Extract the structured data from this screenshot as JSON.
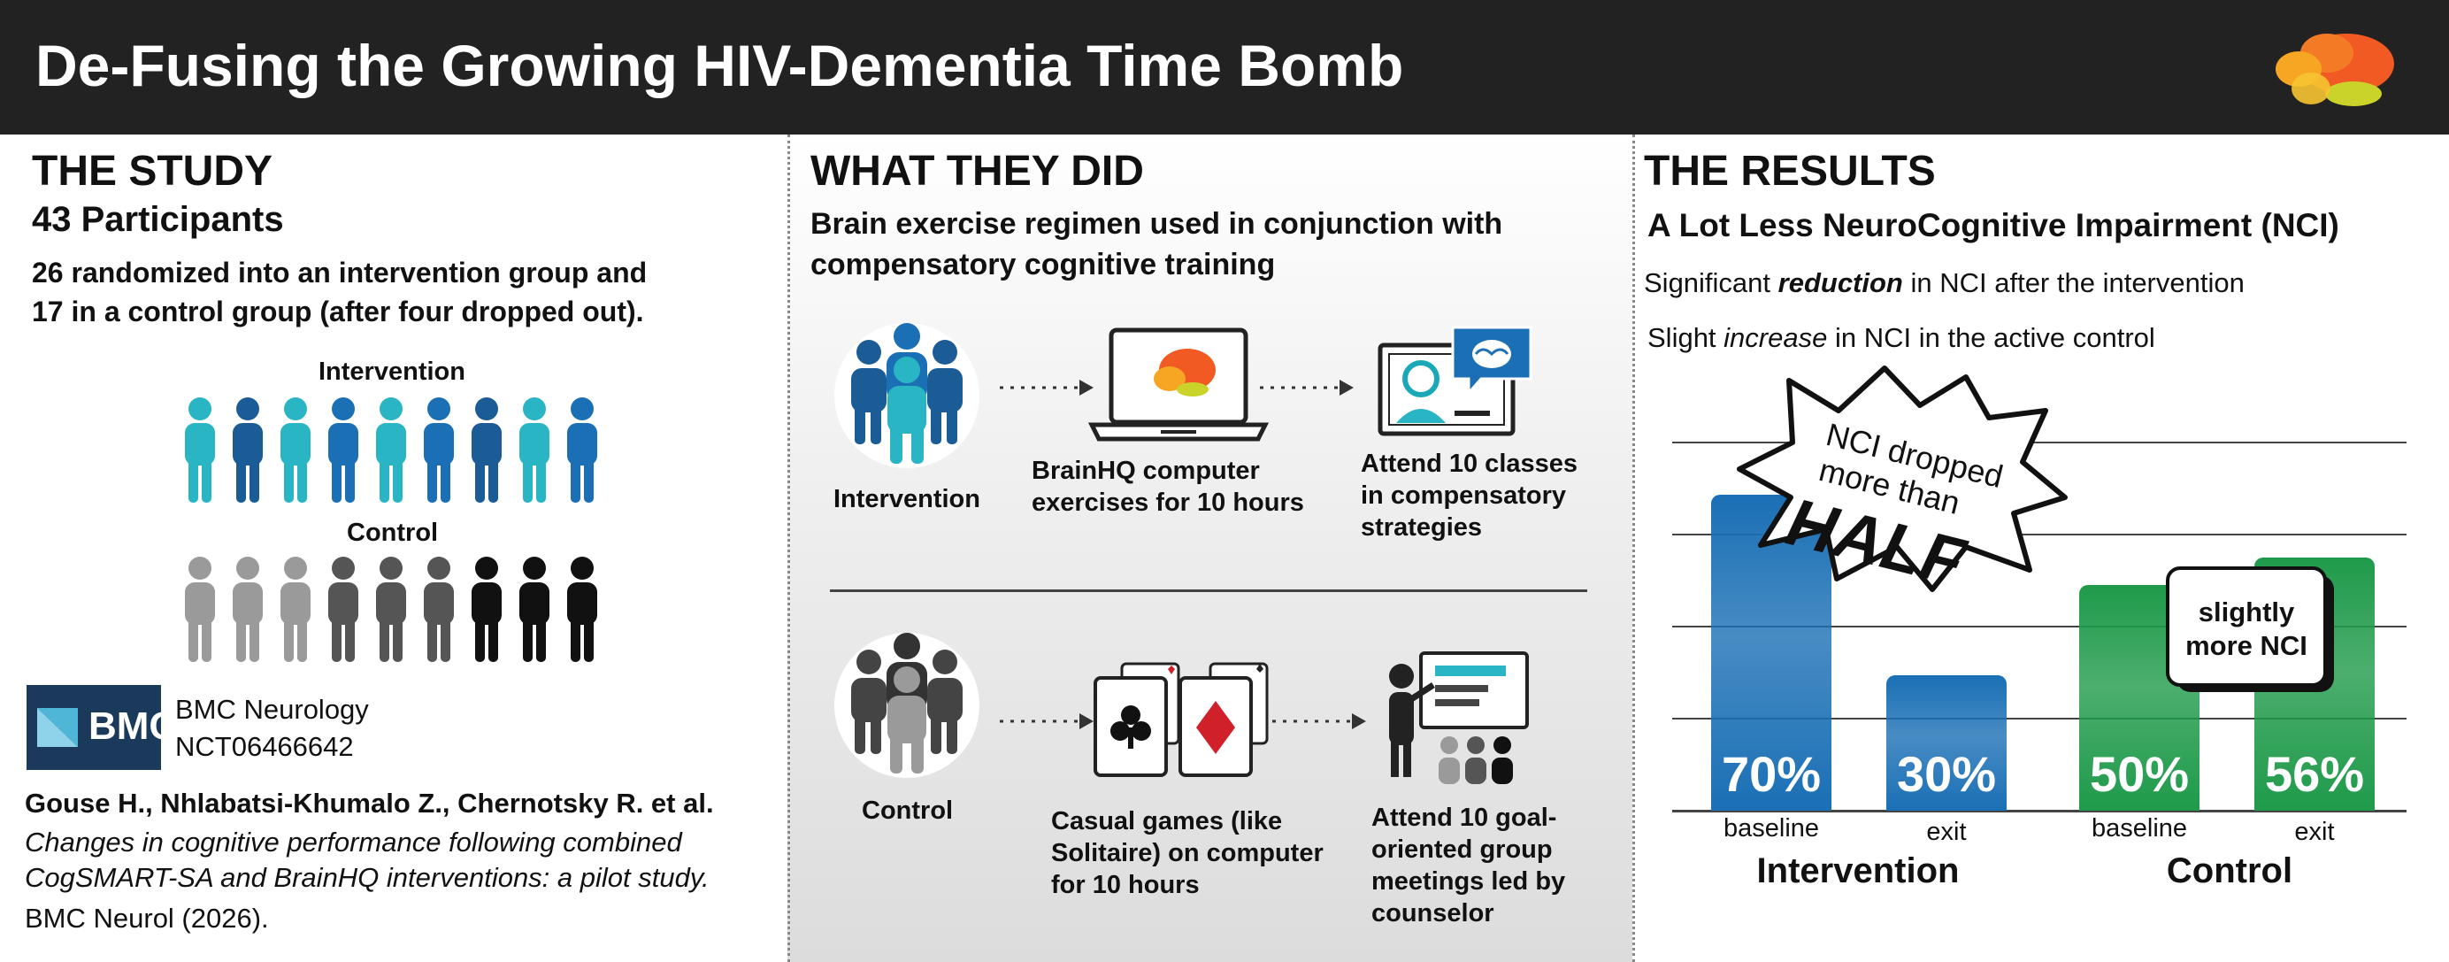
{
  "header": {
    "title": "De-Fusing the Growing HIV-Dementia Time Bomb"
  },
  "study": {
    "heading": "THE STUDY",
    "participants": "43 Participants",
    "line1": "26 randomized into an intervention group and",
    "line2": "17 in a control group (after four dropped out).",
    "intervention_label": "Intervention",
    "control_label": "Control",
    "journal_logo": "BMC",
    "journal_name": "BMC Neurology",
    "trial_id": "NCT06466642",
    "authors": "Gouse H., Nhlabatsi-Khumalo Z., Chernotsky R. et al.",
    "paper_title_1": "Changes in cognitive performance following combined",
    "paper_title_2": "CogSMART-SA and BrainHQ interventions: a pilot study.",
    "citation": "BMC Neurol (2026)."
  },
  "what": {
    "heading": "WHAT THEY DID",
    "sub1": "Brain exercise regimen used in conjunction with",
    "sub2": "compensatory cognitive training",
    "intervention_label": "Intervention",
    "int_step1_1": "BrainHQ computer",
    "int_step1_2": "exercises for 10 hours",
    "int_step2_1": "Attend 10 classes",
    "int_step2_2": "in compensatory",
    "int_step2_3": "strategies",
    "control_label": "Control",
    "ctl_step1_1": "Casual games (like",
    "ctl_step1_2": "Solitaire) on computer",
    "ctl_step1_3": "for 10 hours",
    "ctl_step2_1": "Attend 10 goal-",
    "ctl_step2_2": "oriented group",
    "ctl_step2_3": "meetings led by",
    "ctl_step2_4": "counselor"
  },
  "results": {
    "heading": "THE RESULTS",
    "subtitle": "A Lot Less NeuroCognitive Impairment (NCI)",
    "r1_pre": "Significant ",
    "r1_em": "reduction",
    "r1_post": " in NCI after the intervention",
    "r2_pre": "Slight ",
    "r2_em": "increase",
    "r2_post": " in NCI in the active control",
    "burst_1": "NCI dropped",
    "burst_2": "more than",
    "burst_3": "HALF",
    "callout_1": "slightly",
    "callout_2": "more NCI"
  },
  "colors": {
    "intervention": "#1a6fb5",
    "control": "#1f9a4a",
    "header": "#222222"
  },
  "chart_data": {
    "type": "bar",
    "title": "",
    "ylim": [
      0,
      100
    ],
    "groups": [
      "Intervention",
      "Control"
    ],
    "bars": [
      {
        "group": "Intervention",
        "category": "baseline",
        "value": 70,
        "label": "70%"
      },
      {
        "group": "Intervention",
        "category": "exit",
        "value": 30,
        "label": "30%"
      },
      {
        "group": "Control",
        "category": "baseline",
        "value": 50,
        "label": "50%"
      },
      {
        "group": "Control",
        "category": "exit",
        "value": 56,
        "label": "56%"
      }
    ]
  }
}
